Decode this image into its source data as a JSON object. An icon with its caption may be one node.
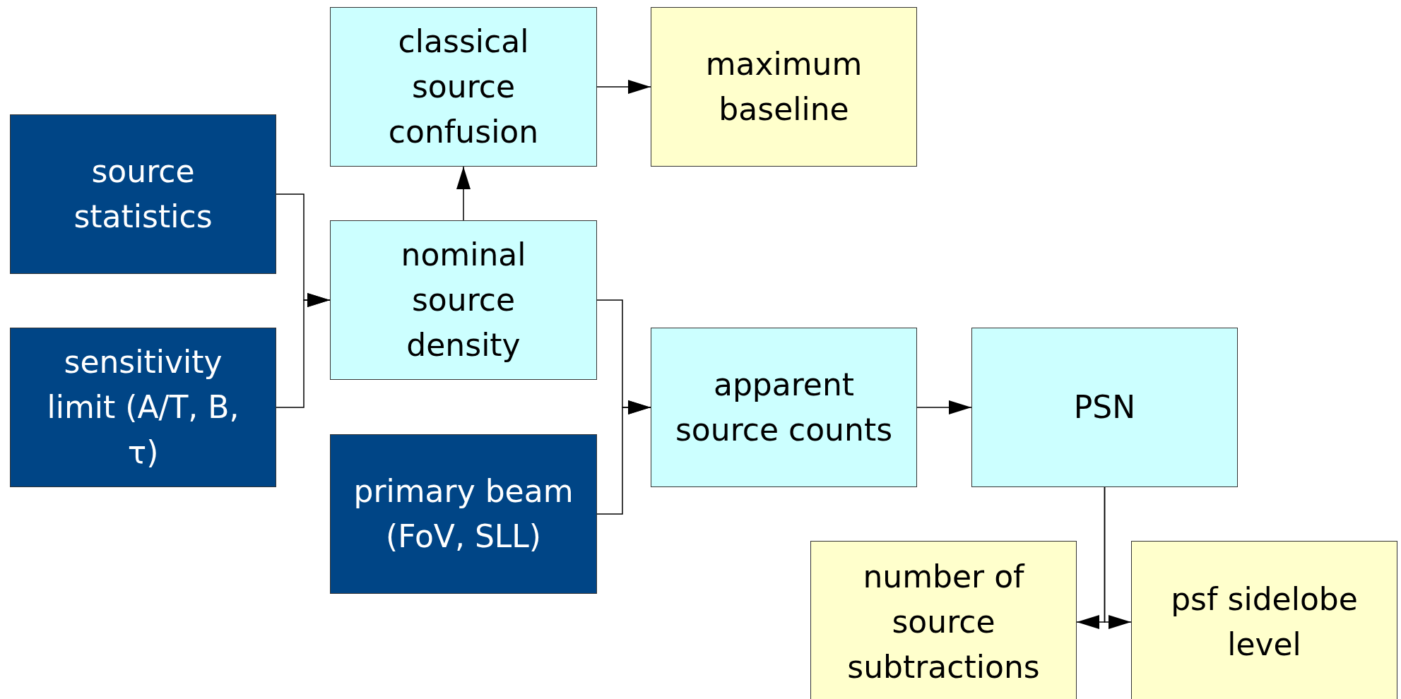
{
  "diagram": {
    "nodes": [
      {
        "text": [
          "source statistics"
        ]
      },
      {
        "text": [
          "sensitivity limit (A/T, B, τ)"
        ]
      },
      {
        "text": [
          "classical source confusion"
        ]
      },
      {
        "text": [
          "maximum baseline"
        ]
      },
      {
        "text": [
          "nominal source density"
        ]
      },
      {
        "text": [
          "primary beam (FoV, SLL)"
        ]
      },
      {
        "text": [
          "apparent source counts"
        ]
      },
      {
        "text": [
          "PSN"
        ]
      },
      {
        "text": [
          "number of source subtractions"
        ]
      },
      {
        "text": [
          "psf sidelobe level"
        ]
      }
    ],
    "edges": [
      {
        "from": 0,
        "to": 4,
        "arrow": "to"
      },
      {
        "from": 1,
        "to": 4,
        "arrow": "to"
      },
      {
        "from": 4,
        "to": 2,
        "arrow": "to"
      },
      {
        "from": 2,
        "to": 3,
        "arrow": "to"
      },
      {
        "from": 4,
        "to": 6,
        "arrow": "to"
      },
      {
        "from": 5,
        "to": 6,
        "arrow": "to"
      },
      {
        "from": 6,
        "to": 7,
        "arrow": "to"
      },
      {
        "from": 7,
        "to": 8,
        "arrow": "to"
      },
      {
        "from": 7,
        "to": 9,
        "arrow": "to"
      }
    ]
  }
}
